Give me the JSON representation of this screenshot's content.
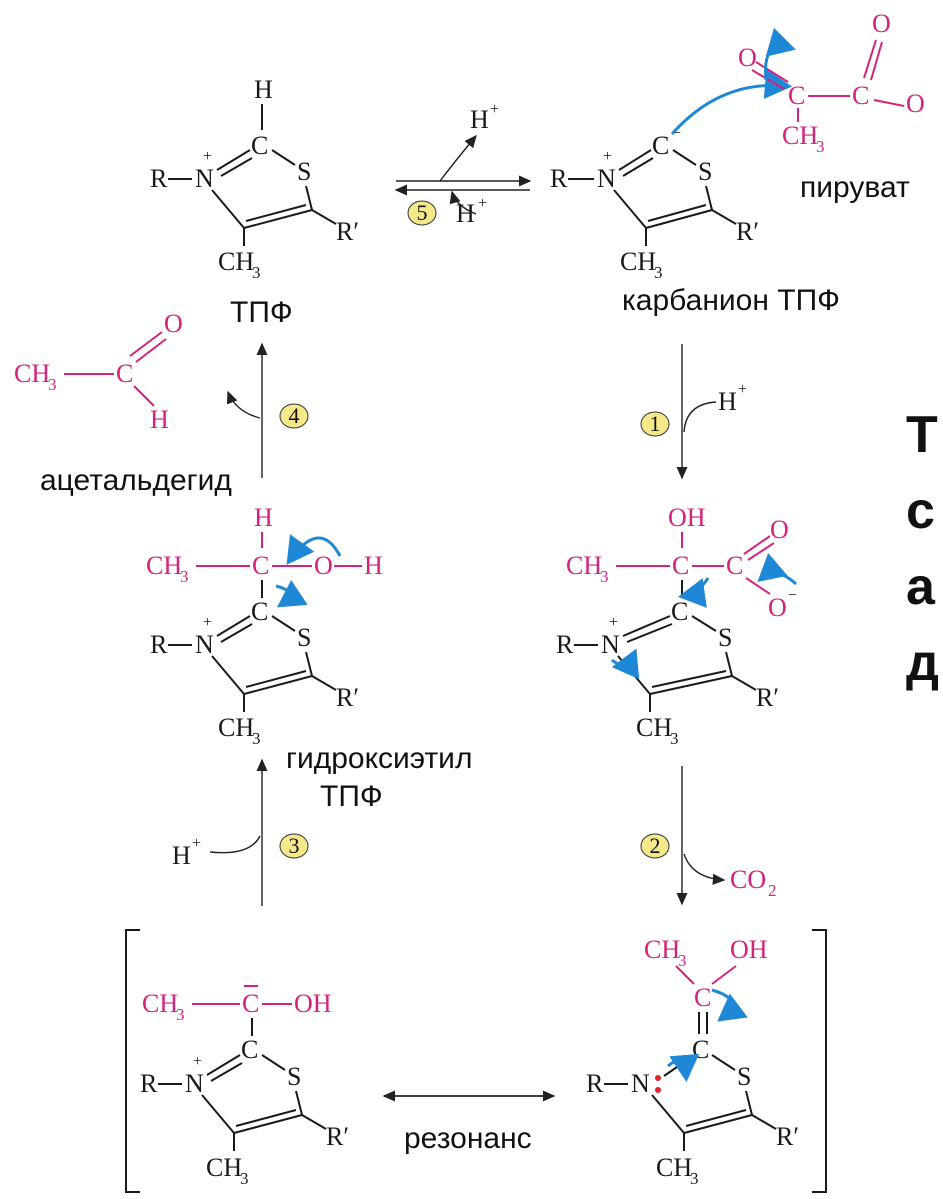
{
  "labels": {
    "tpp": "ТПФ",
    "carbanion": "карбанион ТПФ",
    "pyruvate": "пируват",
    "acetaldehyde": "ацетальдегид",
    "hydroxyethyl_line1": "гидроксиэтил",
    "hydroxyethyl_line2": "ТПФ",
    "resonance": "резонанс"
  },
  "steps": [
    "1",
    "2",
    "3",
    "4",
    "5"
  ],
  "reagents": {
    "proton": "H",
    "proton_charge": "+",
    "co2": "CO",
    "co2_sub": "2"
  },
  "atoms": {
    "R": "R",
    "N": "N",
    "C": "C",
    "S": "S",
    "H": "H",
    "O": "O",
    "OH": "OH",
    "R_prime": "R′",
    "CH": "CH",
    "sub3": "3",
    "minus": "−",
    "plus": "+",
    "dash": "—"
  },
  "truncated_text": [
    "Т",
    "с",
    "а",
    "д"
  ],
  "colors": {
    "substrate": "#d4237a",
    "electron_arrow": "#1f88d6",
    "step_badge": "#f4e98a",
    "lone_pair": "#e0202a"
  }
}
